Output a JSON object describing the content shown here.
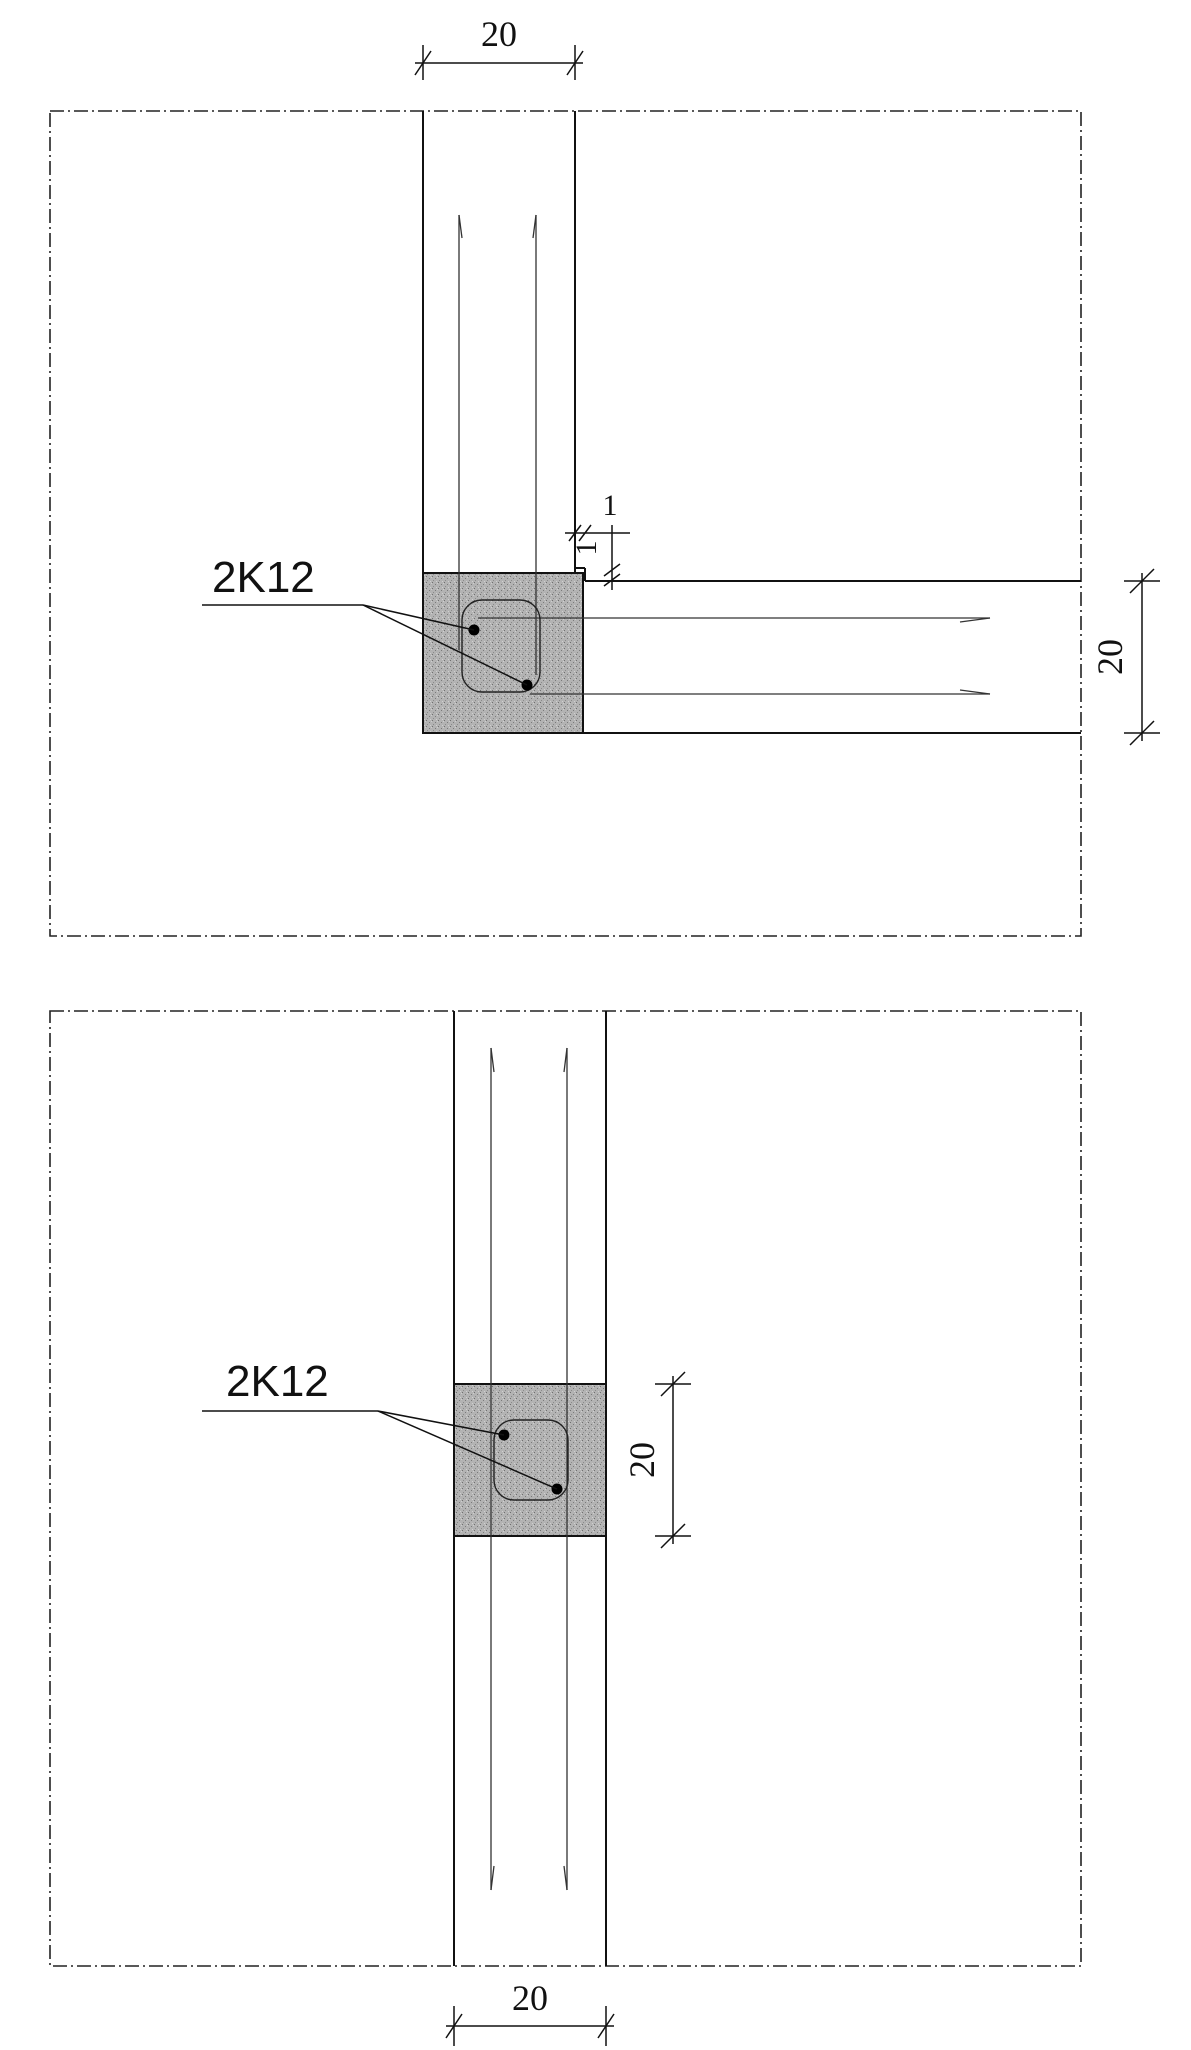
{
  "top_view": {
    "dim_top": "20",
    "dim_right": "20",
    "dim_gap": "1",
    "dim_gap_vertical": "1",
    "rebar_label": "2K12"
  },
  "bottom_view": {
    "dim_right": "20",
    "dim_bottom": "20",
    "rebar_label": "2K12"
  },
  "colors": {
    "column_fill": "#a9a9a9",
    "line": "#111111"
  }
}
